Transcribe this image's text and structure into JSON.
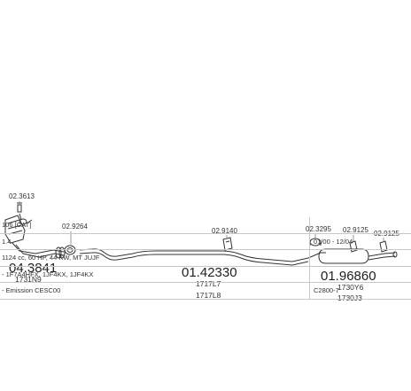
{
  "parts": {
    "cat_code": "02.3613",
    "cat_number": "04.3841",
    "cat_sub": "1731N9",
    "clamp_front": "02.9264",
    "middle_number": "01.42330",
    "middle_sub1": "1717L7",
    "middle_sub2": "1717L8",
    "mount_mid": "02.9140",
    "rear_number": "01.96860",
    "rear_sub1": "1730Y6",
    "rear_sub2": "1730J3",
    "rear_clamp": "02.3295",
    "rear_mount1": "02.9125",
    "rear_mount2": "02.9125"
  },
  "table": [
    {
      "left": "106 [CAT]",
      "right": ""
    },
    {
      "left": "1.4",
      "right": "01/00 - 12/04"
    },
    {
      "left": "1124 cc, 60 HP, 44 KW, MT  JUJF",
      "right": ""
    },
    {
      "left": "- 1F7A4HFX, 1JF4KX, 1JF4KX",
      "right": ""
    },
    {
      "left": "- Emission CESC00",
      "right": "C2800-7"
    }
  ]
}
